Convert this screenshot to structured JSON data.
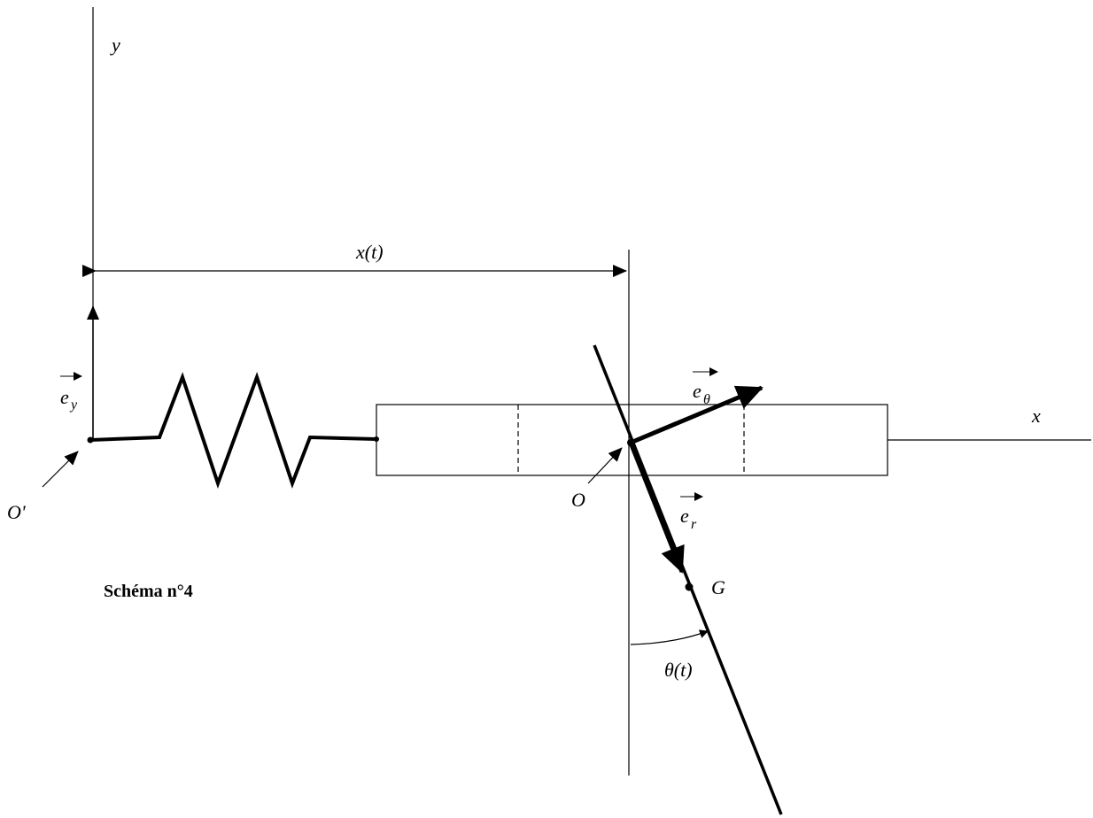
{
  "labels": {
    "y_axis": "y",
    "x_axis": "x",
    "displacement": "x(t)",
    "origin_fixed": "O'",
    "origin_moving": "O",
    "ey_base": "e",
    "ey_sub": "y",
    "etheta_base": "e",
    "etheta_sub": "θ",
    "er_base": "e",
    "er_sub": "r",
    "center_of_mass": "G",
    "angle": "θ(t)",
    "caption": "Schéma n°4"
  }
}
